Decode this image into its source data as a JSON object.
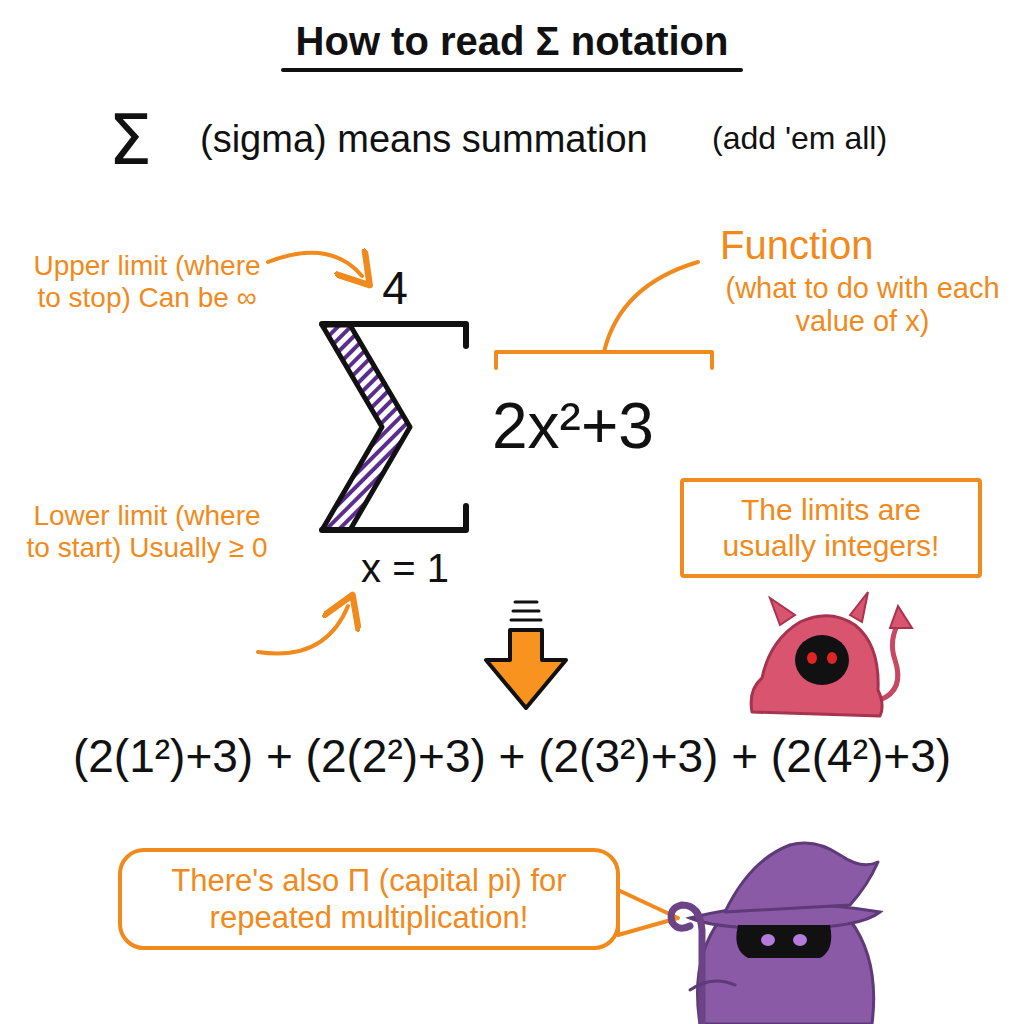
{
  "diagram": {
    "title": "How to read Σ notation",
    "nodes": [
      {
        "text": [
          "The limits are usually integers!"
        ]
      },
      {
        "text": [
          "There's also Π (capital pi) for repeated multiplication!"
        ]
      }
    ],
    "labels": [
      "Σ",
      "(sigma) means summation",
      "(add 'em all)",
      "Upper limit (where to stop) Can be ∞",
      "4",
      "Function",
      "(what to do with each value of x)",
      "2x²+3",
      "Lower limit (where to start) Usually ≥ 0",
      "x = 1",
      "(2(1²)+3) + (2(2²)+3) + (2(3²)+3) + (2(4²)+3)"
    ]
  }
}
